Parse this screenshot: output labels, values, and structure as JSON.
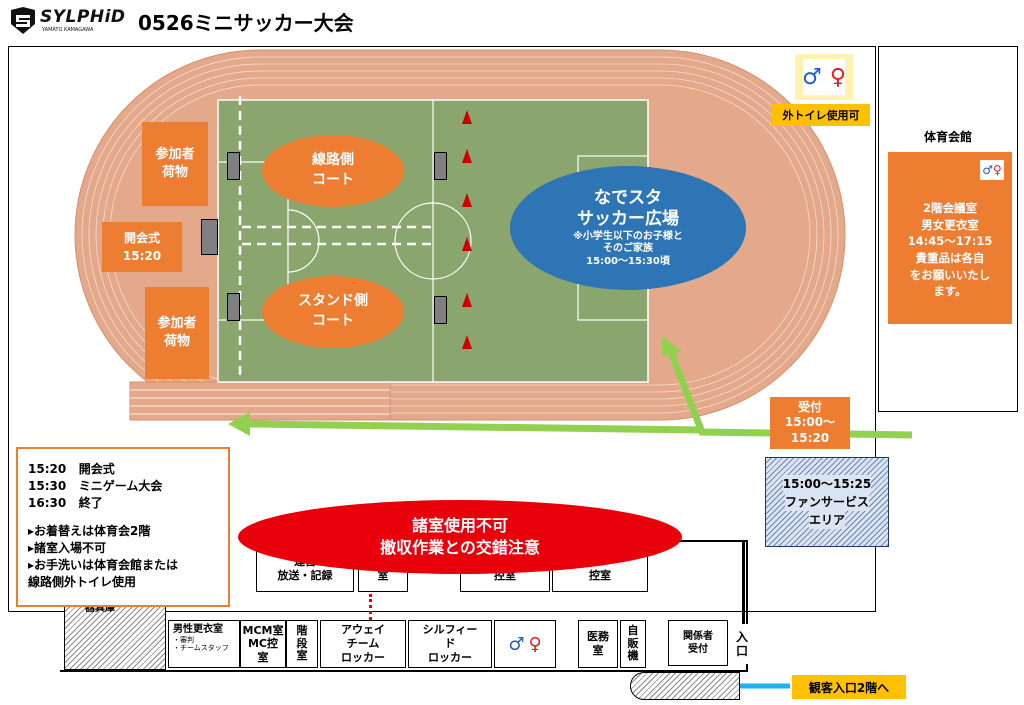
{
  "header": {
    "logo_text": "SYLPHiD",
    "logo_sub": "YAMATO KAMAGAWA",
    "title": "0526ミニサッカー大会"
  },
  "field": {
    "luggage_top": "参加者\n荷物",
    "luggage_bottom": "参加者\n荷物",
    "ceremony_label": "開会式",
    "ceremony_time": "15:20",
    "court_line_side": "線路側\nコート",
    "court_stand_side": "スタンド側\nコート",
    "nadesuta_title1": "なでスタ",
    "nadesuta_title2": "サッカー広場",
    "nadesuta_note1": "※小学生以下のお子様と",
    "nadesuta_note2": "そのご家族",
    "nadesuta_time": "15:00～15:30頃"
  },
  "toilet": {
    "label": "外トイレ使用可"
  },
  "gym": {
    "title": "体育会館",
    "info": "2階会議室\n男女更衣室\n14:45～17:15\n貴重品は各自\nをお願いいたし\nます。"
  },
  "reception": {
    "label": "受付",
    "time1": "15:00～",
    "time2": "15:20"
  },
  "fan_service": {
    "time": "15:00～15:25",
    "line1": "ファンサービス",
    "line2": "エリア"
  },
  "schedule": {
    "items": [
      {
        "time": "15:20",
        "event": "開会式"
      },
      {
        "time": "15:30",
        "event": "ミニゲーム大会"
      },
      {
        "time": "16:30",
        "event": "終了"
      }
    ],
    "notes": [
      "▸お着替えは体育会2階",
      "▸諸室入場不可",
      "▸お手洗いは体育会館または",
      "線路側外トイレ使用"
    ]
  },
  "warning": {
    "line1": "諸室使用不可",
    "line2": "撤収作業との交錯注意"
  },
  "rooms": {
    "broadcast": "放送・記録",
    "broadcast_top": "運営",
    "room_partial": "室",
    "control1": "控室",
    "control2": "控室",
    "male_locker": "男性更衣室",
    "male_locker_sub1": "・審判",
    "male_locker_sub2": "・チームスタッフ",
    "mcm": "MCM室\nMC控\n室",
    "stairs": "階\n段\n室",
    "away": "アウェイ\nチーム\nロッカー",
    "sylphid": "シルフィー\nド\nロッカー",
    "medical": "医務\n室",
    "vending": "自\n販\n機",
    "staff_reception": "関係者\n受付",
    "entrance": "入\n口",
    "hidden_label": "器具庫"
  },
  "audience_entrance": {
    "label": "観客入口2階へ"
  },
  "colors": {
    "orange": "#ed7d31",
    "track": "#e4a98a",
    "pitch": "#8aa56d",
    "blue_ellipse": "#2e75b6",
    "red_warning": "#e8000b",
    "green_arrow": "#92d050",
    "blue_arrow": "#1fb0f0"
  }
}
